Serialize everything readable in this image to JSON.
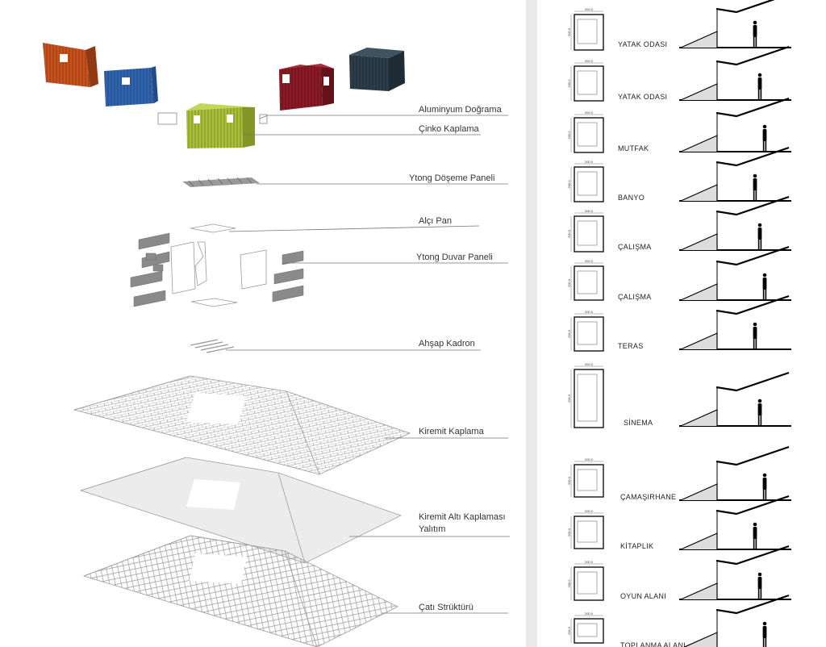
{
  "colors": {
    "orange": "#c9521c",
    "blue": "#2f64b0",
    "green": "#a9c038",
    "red": "#8c1a26",
    "navy": "#2d3e4a",
    "divider": "#e9e9e9"
  },
  "layers": [
    {
      "label": "Aluminyum Doğrama"
    },
    {
      "label": "Çinko Kaplama"
    },
    {
      "label": "Ytong Döşeme Paneli"
    },
    {
      "label": "Alçı Pan"
    },
    {
      "label": "Ytong Duvar Paneli"
    },
    {
      "label": "Ahşap Kadron"
    },
    {
      "label": "Kiremit Kaplama"
    },
    {
      "label": "Kiremit Altı Kaplaması"
    },
    {
      "label": "Yalıtım"
    },
    {
      "label": "Çatı Strüktürü"
    }
  ],
  "plan_dimension": "200.0",
  "rooms": [
    {
      "label": "YATAK ODASI"
    },
    {
      "label": "YATAK ODASI"
    },
    {
      "label": "MUTFAK"
    },
    {
      "label": "BANYO"
    },
    {
      "label": "ÇALIŞMA"
    },
    {
      "label": "ÇALIŞMA"
    },
    {
      "label": "TERAS"
    },
    {
      "label": "SİNEMA"
    },
    {
      "label": "ÇAMAŞIRHANE"
    },
    {
      "label": "KİTAPLIK"
    },
    {
      "label": "OYUN ALANI"
    },
    {
      "label": "TOPLANMA ALANI"
    }
  ]
}
